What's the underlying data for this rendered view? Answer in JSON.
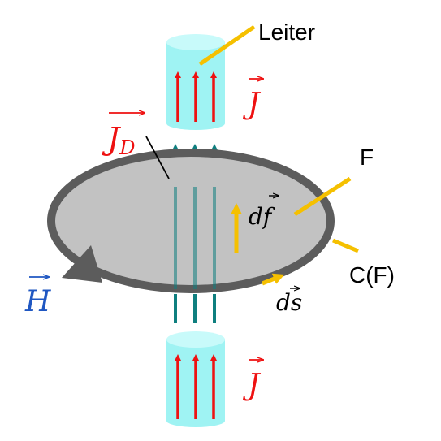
{
  "labels": {
    "leiter": "Leiter",
    "J_top": "J",
    "J_D": "J",
    "J_D_sub": "D",
    "F": "F",
    "df": "df",
    "CF": "C(F)",
    "H": "H",
    "ds": "ds",
    "J_bottom": "J"
  },
  "colors": {
    "cylinder": "#9ff3f3",
    "current_arrow": "#ee1111",
    "displacement_arrow": "#0f7f7f",
    "disk_fill": "#c2c2c2",
    "disk_border": "#5c5c5c",
    "pointer": "#f5c000",
    "J_label": "#ee1111",
    "H_label": "#1f57c2",
    "text": "#000000"
  }
}
